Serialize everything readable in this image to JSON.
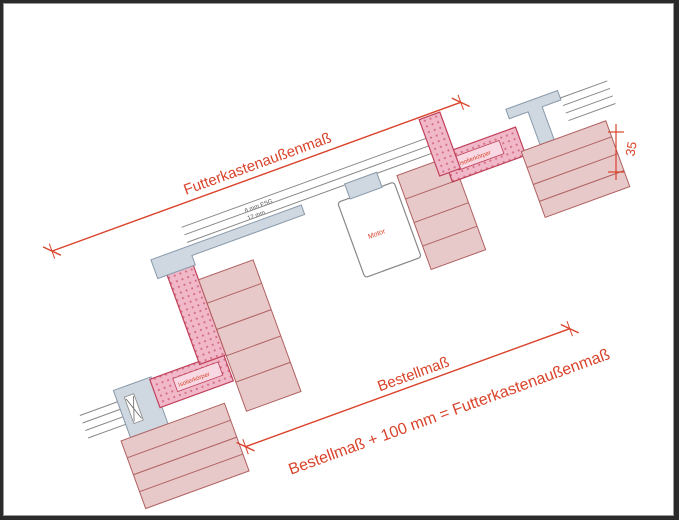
{
  "drawing": {
    "dim_outer_label": "Futterkastenaußenmaß",
    "dim_order_label": "Bestellmaß",
    "formula": "Bestellmaß + 100 mm = Futterkastenaußenmaß",
    "dim_height_label": "35",
    "glass_labels": [
      "6 mm ESG",
      "12 mm",
      "6 mm ESG"
    ],
    "profile_label_left": "Isolierkörper",
    "profile_label_right": "Isolierkörper",
    "motor_label": "Motor",
    "colors": {
      "annotation": "#d9432b",
      "brick": "#e8c9c9",
      "brick_line": "#b06060",
      "insulation": "#f0b8c8",
      "metal": "#cfd8e0"
    }
  }
}
